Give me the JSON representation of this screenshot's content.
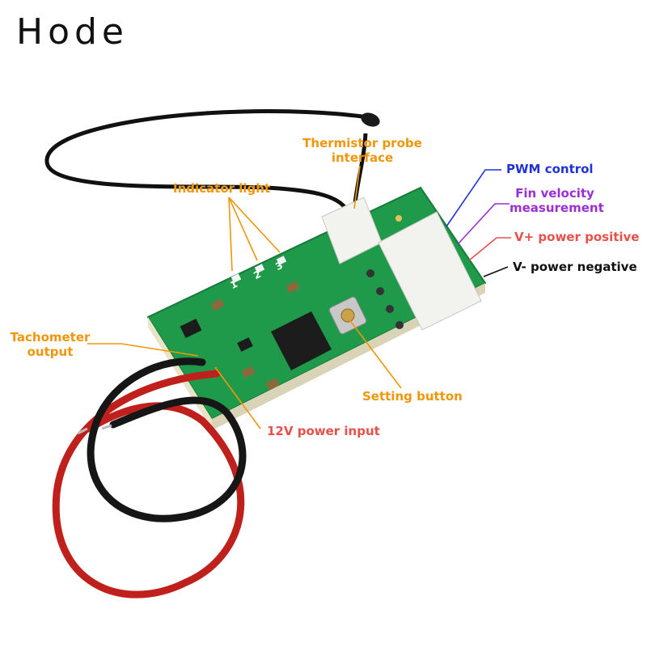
{
  "brand": "Hode",
  "labels": {
    "thermistor_line1": "Thermistor probe",
    "thermistor_line2": "interface",
    "indicator_light": "Indicator light",
    "pwm_control": "PWM control",
    "fin_line1": "Fin velocity",
    "fin_line2": "measurement",
    "v_plus": "V+ power positive",
    "v_minus": "V- power negative",
    "tachometer_line1": "Tachometer",
    "tachometer_line2": "output",
    "setting_button": "Setting button",
    "power_input": "12V power input",
    "led_1": "1",
    "led_2": "2",
    "led_3": "3"
  },
  "colors": {
    "annotation_orange": "#f0960a",
    "pwm_blue": "#2032d8",
    "fin_purple": "#9a2fd6",
    "vplus_red": "#e8504a",
    "vminus_black": "#111111",
    "pcb_green": "#1f9a4a",
    "wire_red": "#c0201c",
    "wire_black": "#111111"
  }
}
